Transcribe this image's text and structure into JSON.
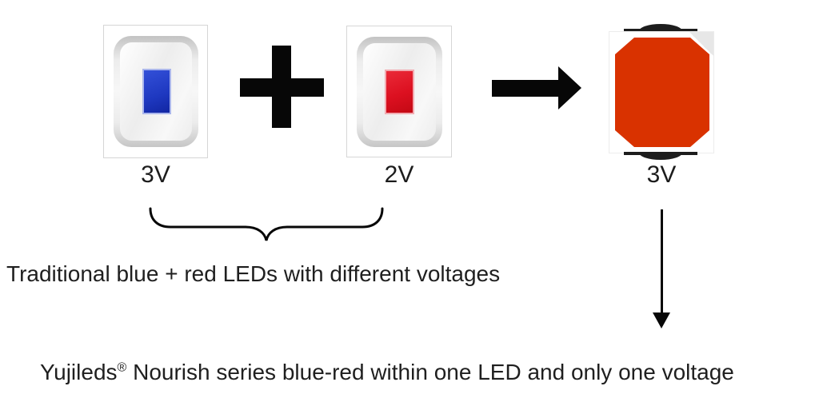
{
  "colors": {
    "chip-blue": "#1e38c0",
    "chip-blue-light": "#3350d8",
    "chip-blue-dark": "#1226a2",
    "chip-red": "#dc1020",
    "chip-red-light": "#ea2a38",
    "chip-red-dark": "#c30914",
    "nourish-orange": "#d93200"
  },
  "diagram": {
    "blue_led": {
      "voltage_label": "3V"
    },
    "red_led": {
      "voltage_label": "2V"
    },
    "nourish_led": {
      "voltage_label": "3V"
    },
    "caption_traditional": "Traditional blue + red LEDs with different voltages",
    "caption_nourish": {
      "brand": "Yujileds",
      "registered_mark": "®",
      "rest": " Nourish series blue-red within one LED and only one voltage"
    }
  }
}
